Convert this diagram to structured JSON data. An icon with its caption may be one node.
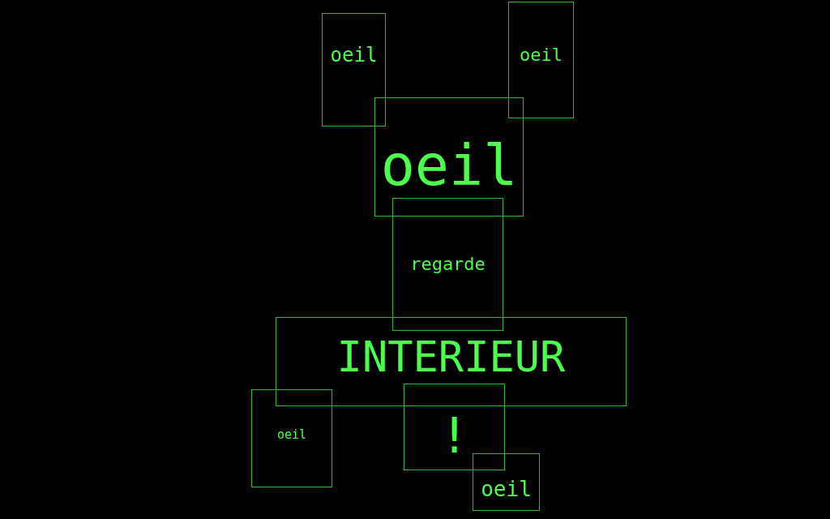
{
  "diagram": {
    "nodes": [
      {
        "text": [
          "oeil"
        ]
      },
      {
        "text": [
          "oeil"
        ]
      },
      {
        "text": [
          "oeil"
        ]
      },
      {
        "text": [
          "regarde"
        ]
      },
      {
        "text": [
          "INTERIEUR"
        ]
      },
      {
        "text": [
          "oeil"
        ]
      },
      {
        "text": [
          "!"
        ]
      },
      {
        "text": [
          "oeil"
        ]
      }
    ]
  }
}
